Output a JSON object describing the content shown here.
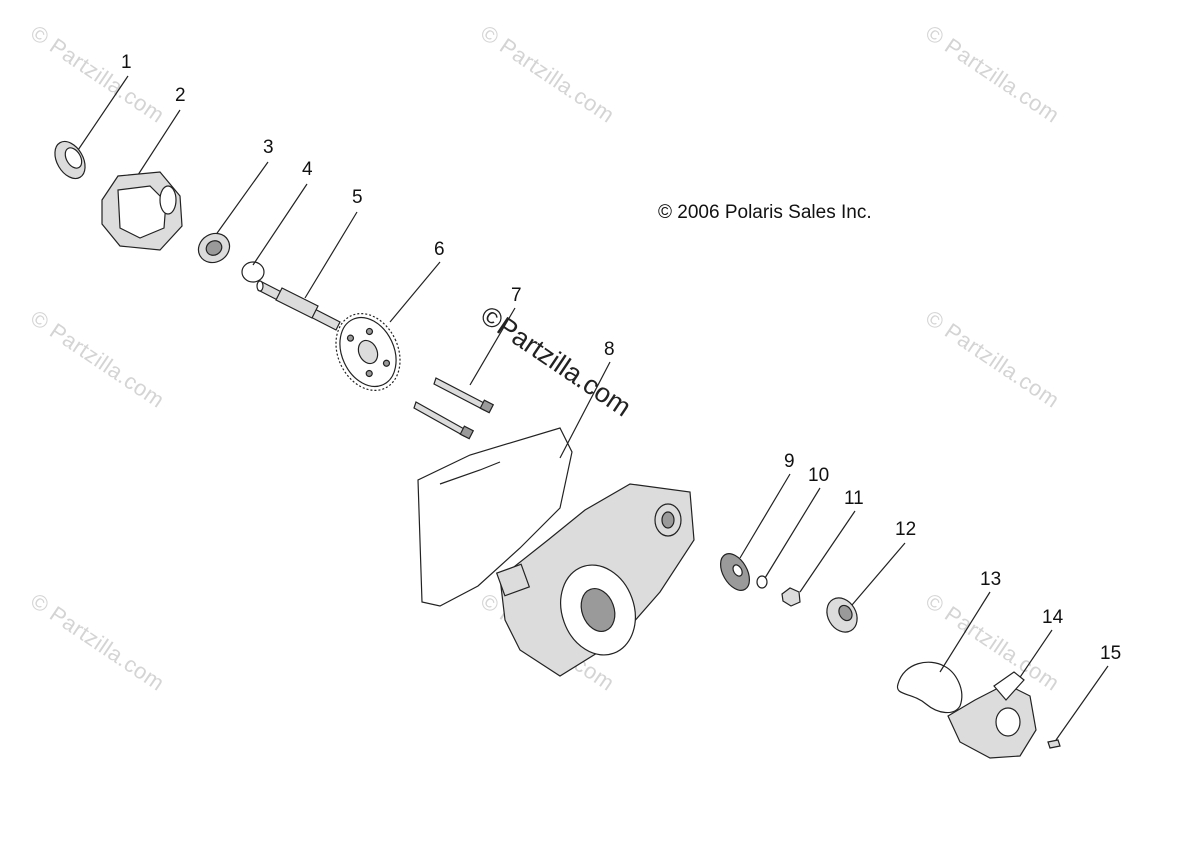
{
  "copyright": "© 2006 Polaris Sales Inc.",
  "watermark": "© Partzilla.com",
  "center_watermark": "©Partzilla.com",
  "callouts": [
    "1",
    "2",
    "3",
    "4",
    "5",
    "6",
    "7",
    "8",
    "9",
    "10",
    "11",
    "12",
    "13",
    "14",
    "15"
  ]
}
